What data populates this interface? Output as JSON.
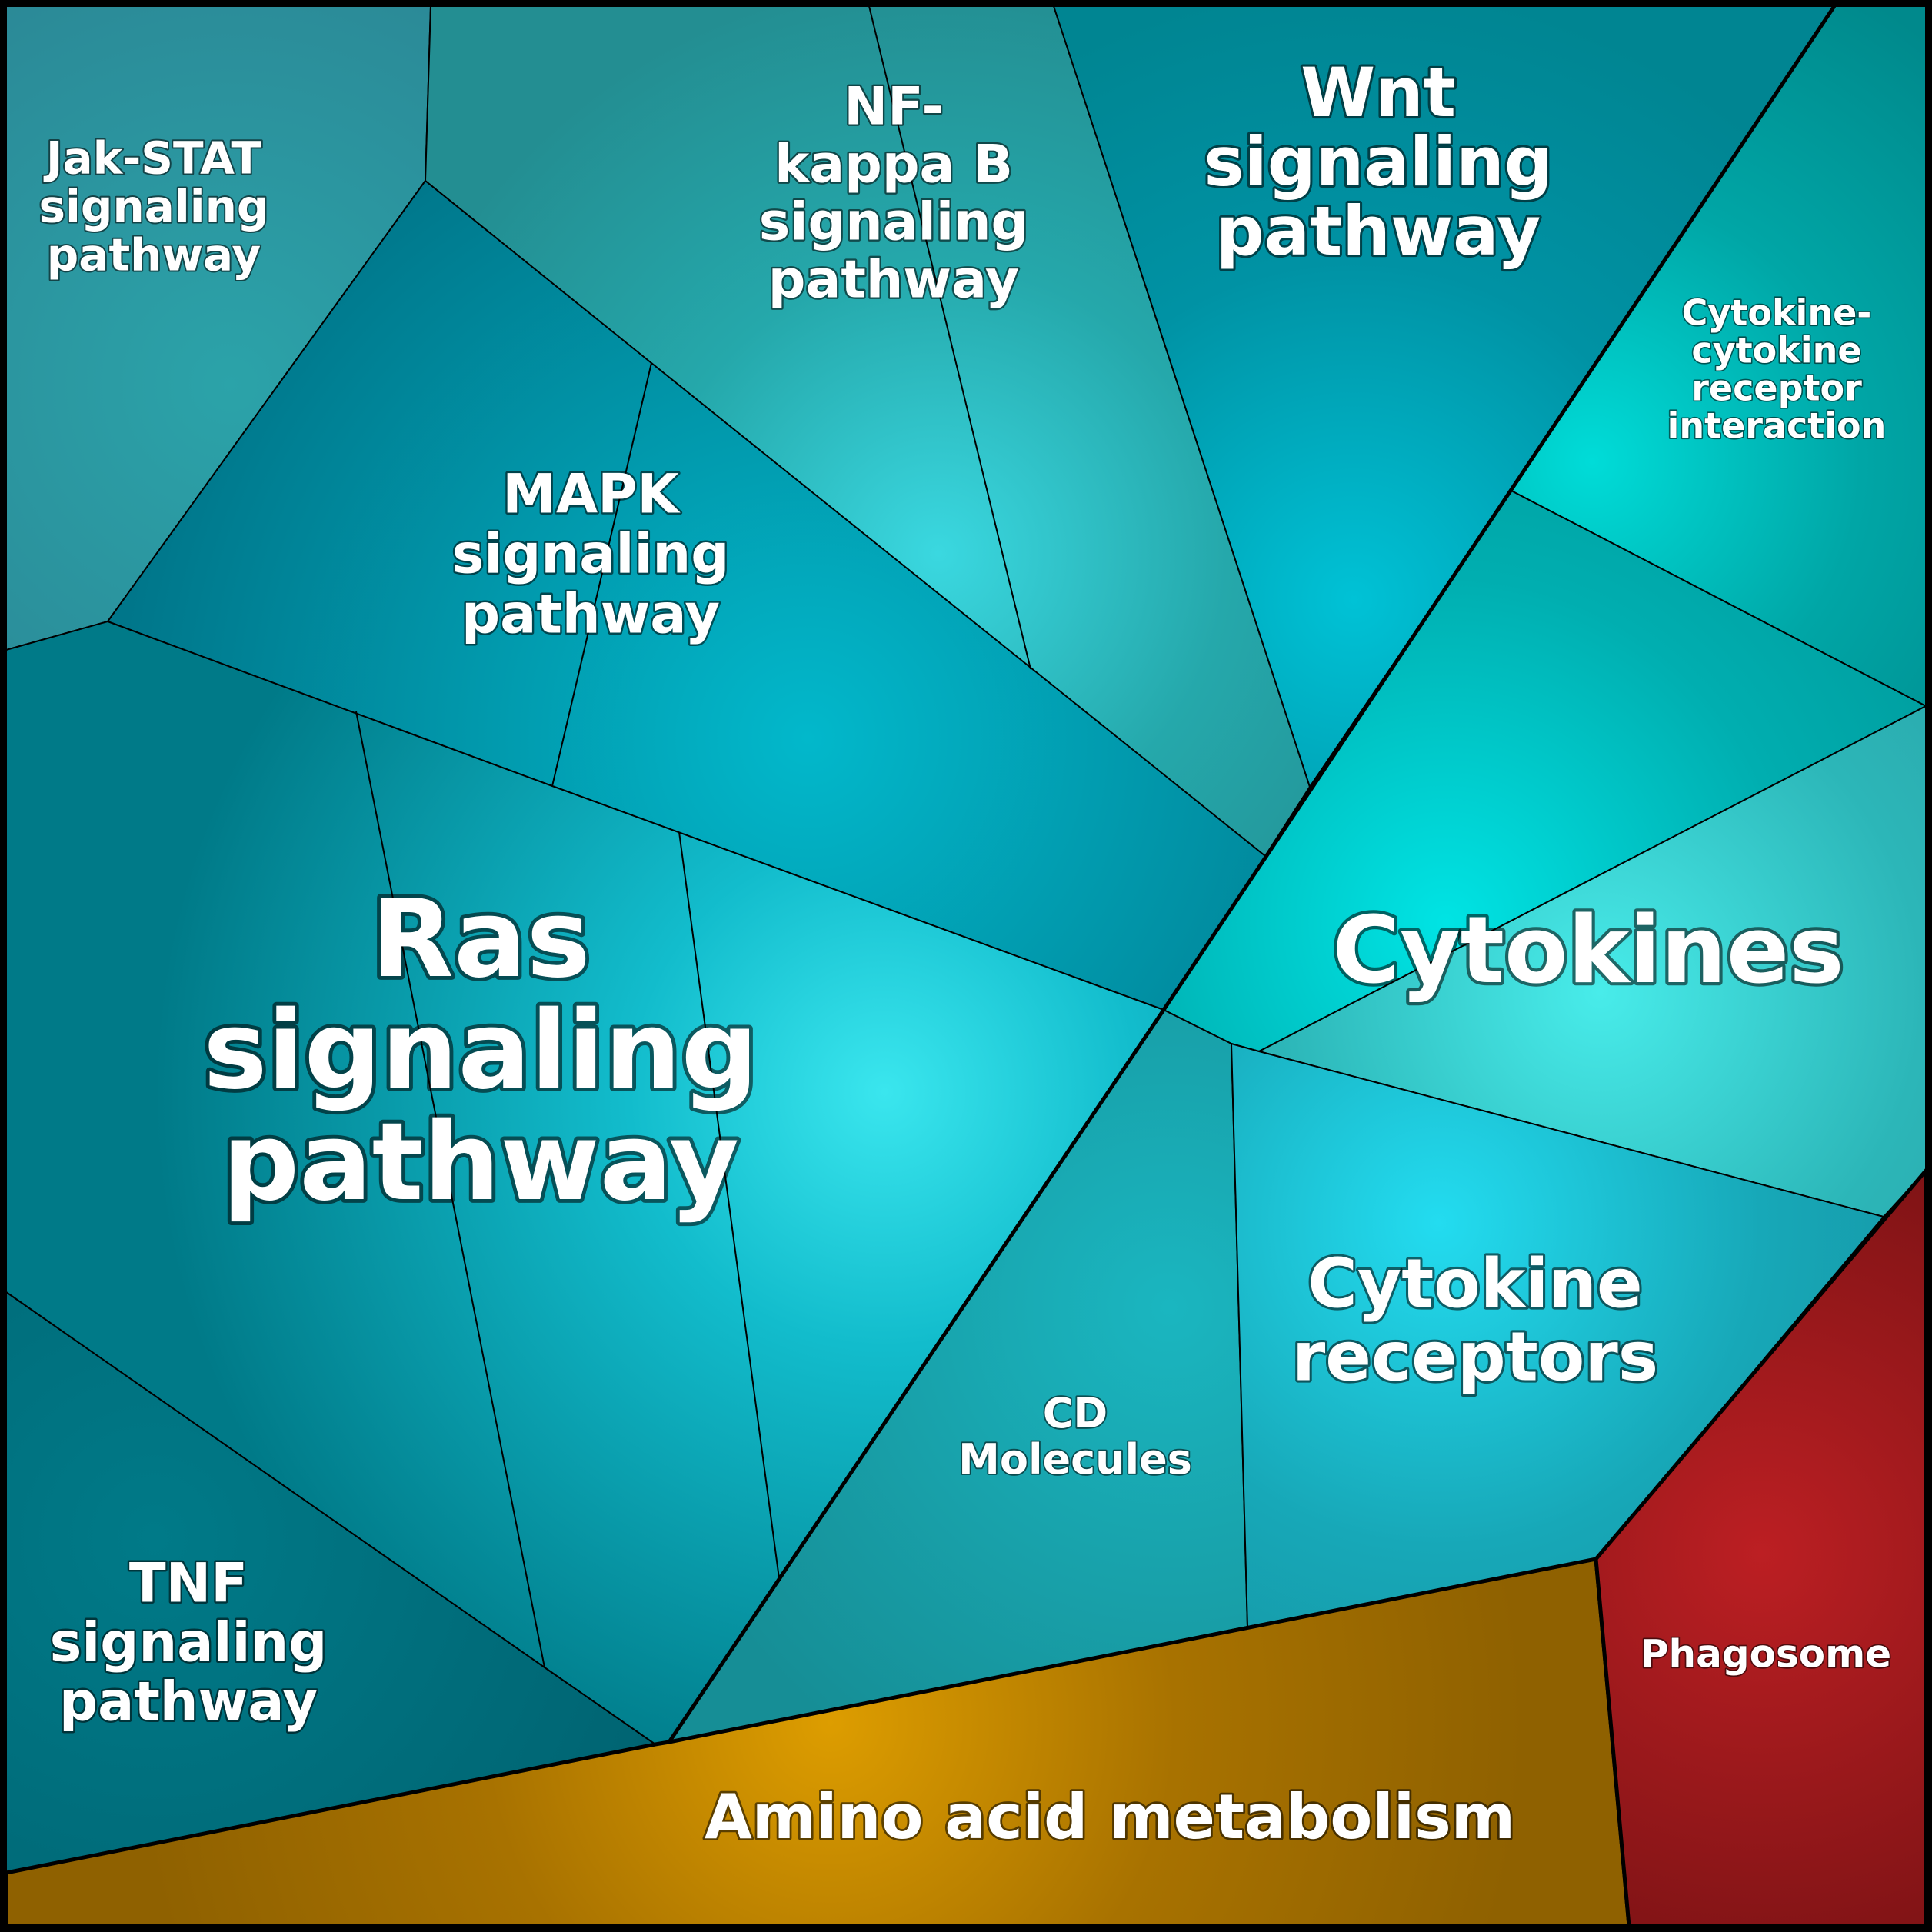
{
  "chart_data": {
    "type": "voronoi-treemap",
    "cells": [
      {
        "id": "ras",
        "label": [
          "Ras",
          "signaling",
          "pathway"
        ],
        "group": "signal"
      },
      {
        "id": "mapk",
        "label": [
          "MAPK",
          "signaling",
          "pathway"
        ],
        "group": "signal"
      },
      {
        "id": "jakstat",
        "label": [
          "Jak-STAT",
          "signaling",
          "pathway"
        ],
        "group": "signal"
      },
      {
        "id": "nfkb",
        "label": [
          "NF-",
          "kappa B",
          "signaling",
          "pathway"
        ],
        "group": "signal"
      },
      {
        "id": "wnt",
        "label": [
          "Wnt",
          "signaling",
          "pathway"
        ],
        "group": "signal"
      },
      {
        "id": "tnf",
        "label": [
          "TNF",
          "signaling",
          "pathway"
        ],
        "group": "signal"
      },
      {
        "id": "cytokines",
        "label": [
          "Cytokines"
        ],
        "group": "cytokines"
      },
      {
        "id": "ccri",
        "label": [
          "Cytokine-",
          "cytokine",
          "receptor",
          "interaction"
        ],
        "group": "cytokines"
      },
      {
        "id": "cytorec",
        "label": [
          "Cytokine",
          "receptors"
        ],
        "group": "cytokines"
      },
      {
        "id": "cd",
        "label": [
          "CD",
          "Molecules"
        ],
        "group": "cytokines"
      },
      {
        "id": "amino",
        "label": [
          "Amino acid metabolism"
        ],
        "group": "metabolism"
      },
      {
        "id": "phago",
        "label": [
          "Phagosome"
        ],
        "group": "cellular"
      }
    ],
    "colors": {
      "teal_dark": "#00717f",
      "teal": "#0096a6",
      "teal_bright": "#35e6ef",
      "gold": "#dd9d00",
      "gold_dark": "#a06a00",
      "red": "#bc1f23",
      "red_dark": "#7e1315"
    }
  }
}
